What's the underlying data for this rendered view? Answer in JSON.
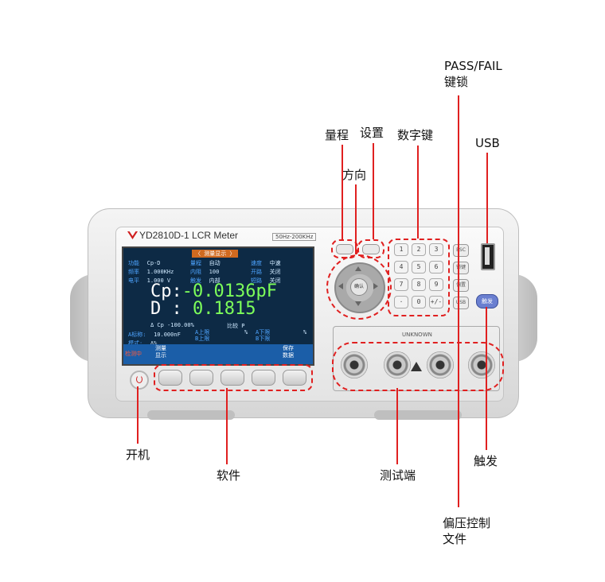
{
  "callouts": {
    "pass_fail": "PASS/FAIL\n键锁",
    "range": "量程",
    "setup": "设置",
    "numeric_keys": "数字键",
    "usb": "USB",
    "direction": "方向",
    "power": "开机",
    "softkeys": "软件",
    "test_terminal": "测试端",
    "trigger": "触发",
    "bias_file": "偏压控制\n文件"
  },
  "device": {
    "model": "YD2810D-1 LCR Meter",
    "freq_range": "50Hz-200KHz",
    "unknown": "UNKNOWN",
    "trigger_key": "触发",
    "nav_center": "确认"
  },
  "screen": {
    "title": "〈 测量显示 〉",
    "params": [
      {
        "l": "功能",
        "v": "Cp-D"
      },
      {
        "l": "频率",
        "v": "1.000KHz"
      },
      {
        "l": "电平",
        "v": "1.000 V"
      }
    ],
    "params2": [
      {
        "l": "量程",
        "v": "自动"
      },
      {
        "l": "内阻",
        "v": "100"
      },
      {
        "l": "触发",
        "v": "内部"
      }
    ],
    "params3": [
      {
        "l": "速度",
        "v": "中速"
      },
      {
        "l": "开路",
        "v": "关闭"
      },
      {
        "l": "短路",
        "v": "关闭"
      }
    ],
    "primary_label": "Cp:",
    "primary_value": "-0.0136pF",
    "secondary_label": "D :",
    "secondary_value": "0.1815",
    "delta_line": "Δ Cp -100.00%",
    "compare": "比较  P",
    "nominal_label": "A标称:",
    "nominal_value": "10.000nF",
    "a_upper": "A上限",
    "a_lower": "A下限",
    "mode_label": "模式:",
    "mode_value": "Δ%",
    "b_upper": "B上限",
    "b_lower": "B下限",
    "pct1": "%",
    "pct2": "%",
    "status": "检测中",
    "soft_left": "测量\n显示",
    "soft_right": "保存\n数据"
  },
  "keys": [
    "1",
    "2",
    "3",
    "4",
    "5",
    "6",
    "7",
    "8",
    "9",
    "·",
    "0",
    "+/-"
  ],
  "side_keys": [
    "ESC",
    "锁键",
    "偏置",
    "USB"
  ]
}
